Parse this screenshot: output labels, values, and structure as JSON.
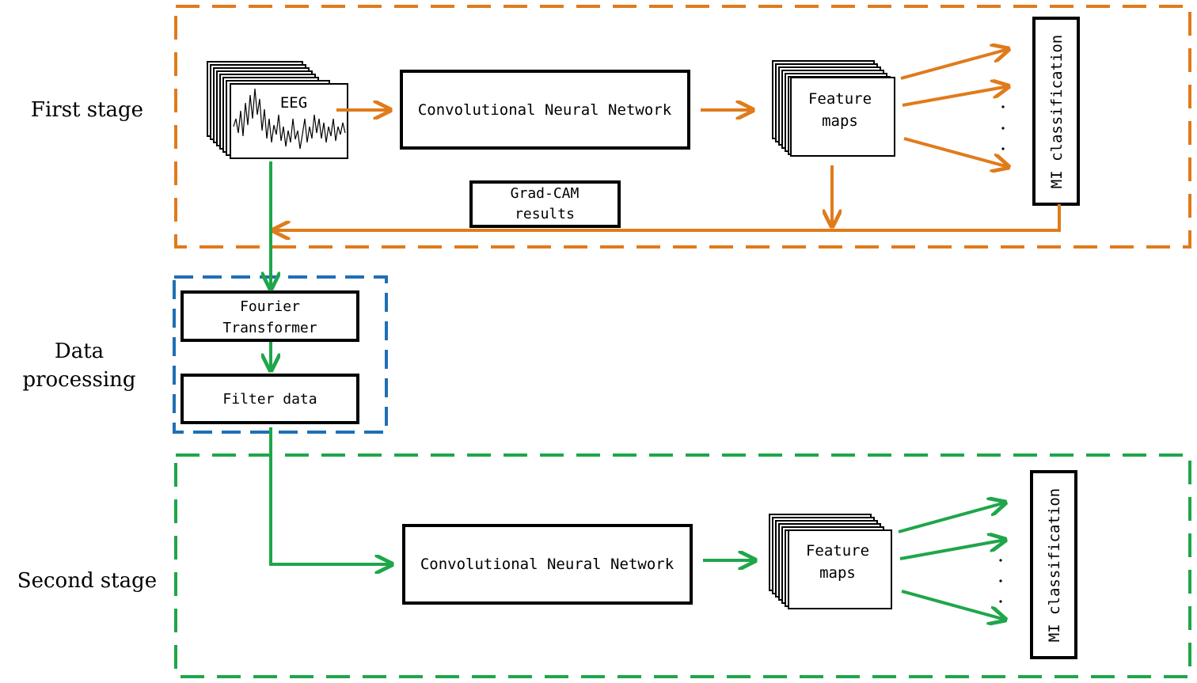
{
  "stages": {
    "first": "First stage",
    "data_processing_line1": "Data",
    "data_processing_line2": "processing",
    "second": "Second stage"
  },
  "nodes": {
    "eeg": "EEG",
    "cnn1": "Convolutional Neural Network",
    "feature_maps1_line1": "Feature",
    "feature_maps1_line2": "maps",
    "mi1": "MI classification",
    "gradcam_line1": "Grad-CAM",
    "gradcam_line2": "results",
    "fourier_line1": "Fourier",
    "fourier_line2": "Transformer",
    "filter": "Filter data",
    "cnn2": "Convolutional Neural Network",
    "feature_maps2_line1": "Feature",
    "feature_maps2_line2": "maps",
    "mi2": "MI classification"
  },
  "colors": {
    "orange": "#E07B1B",
    "blue": "#1F6FB5",
    "green": "#1FA64A",
    "black": "#000000"
  }
}
